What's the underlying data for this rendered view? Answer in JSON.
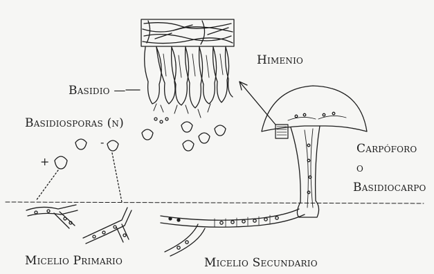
{
  "labels": {
    "himenio": "Himenio",
    "basidio": "Basidio —",
    "basidiosporas": "Basidiosporas (n)",
    "carpoforo": "Carpóforo",
    "o": "o",
    "basidiocarpo": "Basidiocarpo",
    "micelio_primario": "Micelio Primario",
    "micelio_secundario": "Micelio Secundario",
    "plus": "+",
    "minus": "-"
  },
  "colors": {
    "ink": "#1c1c1c",
    "paper": "#f6f6f4"
  }
}
